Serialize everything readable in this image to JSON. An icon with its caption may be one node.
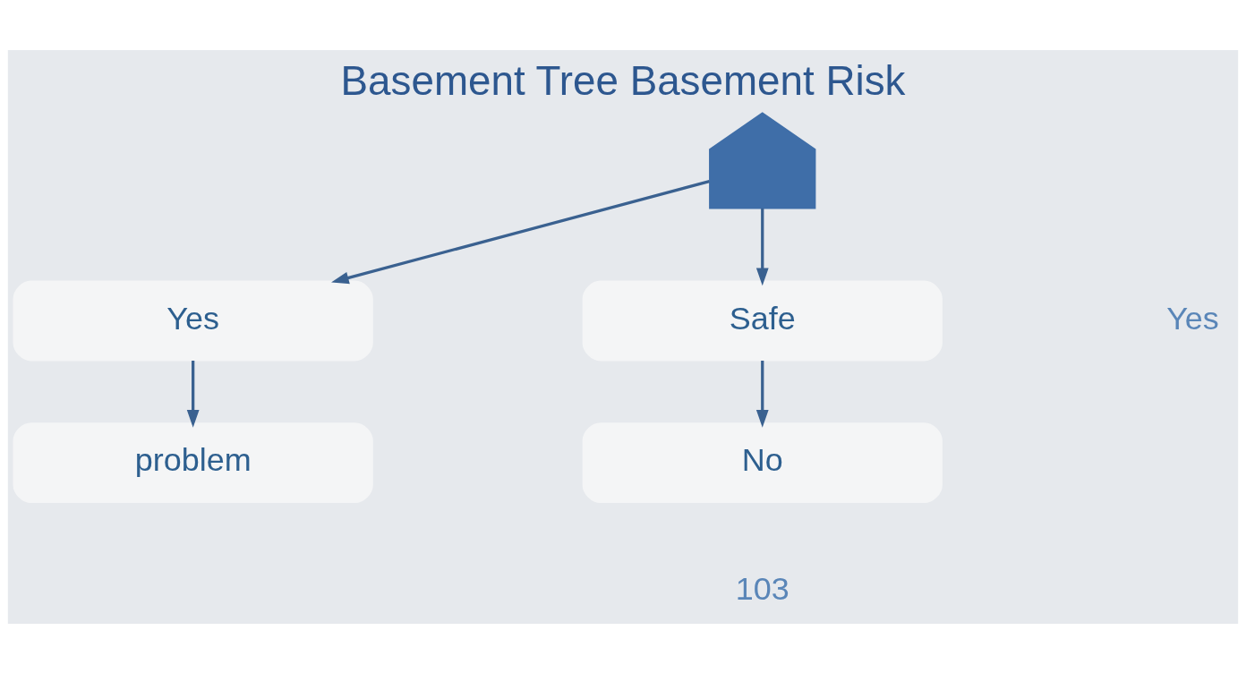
{
  "diagram": {
    "title": "Basement Tree Basement Risk",
    "nodes": [
      {
        "text": [],
        "shape": "house"
      },
      {
        "text": [
          "Yes"
        ]
      },
      {
        "text": [
          "Safe"
        ]
      },
      {
        "text": [
          "problem"
        ]
      },
      {
        "text": [
          "No"
        ]
      }
    ],
    "edges": [
      {
        "from": 0,
        "to": 1,
        "arrow": "to"
      },
      {
        "from": 0,
        "to": 2,
        "arrow": "to"
      },
      {
        "from": 1,
        "to": 3,
        "arrow": "to"
      },
      {
        "from": 2,
        "to": 4,
        "arrow": "to"
      }
    ],
    "labels": [
      "Yes",
      "103"
    ]
  }
}
